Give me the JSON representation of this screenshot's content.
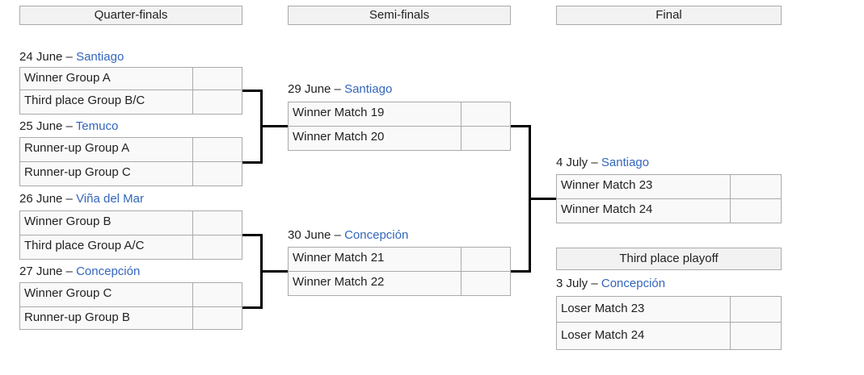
{
  "rounds": [
    "Quarter-finals",
    "Semi-finals",
    "Final"
  ],
  "third_place_header": "Third place playoff",
  "matches": [
    {
      "date": "24 June",
      "venue": "Santiago",
      "teams": [
        "Winner Group A",
        "Third place Group B/C"
      ],
      "scores": [
        "",
        ""
      ]
    },
    {
      "date": "25 June",
      "venue": "Temuco",
      "teams": [
        "Runner-up Group A",
        "Runner-up Group C"
      ],
      "scores": [
        "",
        ""
      ]
    },
    {
      "date": "26 June",
      "venue": "Viña del Mar",
      "teams": [
        "Winner Group B",
        "Third place Group A/C"
      ],
      "scores": [
        "",
        ""
      ]
    },
    {
      "date": "27 June",
      "venue": "Concepción",
      "teams": [
        "Winner Group C",
        "Runner-up Group B"
      ],
      "scores": [
        "",
        ""
      ]
    },
    {
      "date": "29 June",
      "venue": "Santiago",
      "teams": [
        "Winner Match 19",
        "Winner Match 20"
      ],
      "scores": [
        "",
        ""
      ]
    },
    {
      "date": "30 June",
      "venue": "Concepción",
      "teams": [
        "Winner Match 21",
        "Winner Match 22"
      ],
      "scores": [
        "",
        ""
      ]
    },
    {
      "date": "4 July",
      "venue": "Santiago",
      "teams": [
        "Winner Match 23",
        "Winner Match 24"
      ],
      "scores": [
        "",
        ""
      ]
    },
    {
      "date": "3 July",
      "venue": "Concepción",
      "teams": [
        "Loser Match 23",
        "Loser Match 24"
      ],
      "scores": [
        "",
        ""
      ]
    }
  ],
  "separator": " – ",
  "colors": {
    "link": "#3366bb",
    "cell_bg": "#f9f9f9",
    "header_bg": "#f2f2f2",
    "border": "#aaaaaa"
  }
}
